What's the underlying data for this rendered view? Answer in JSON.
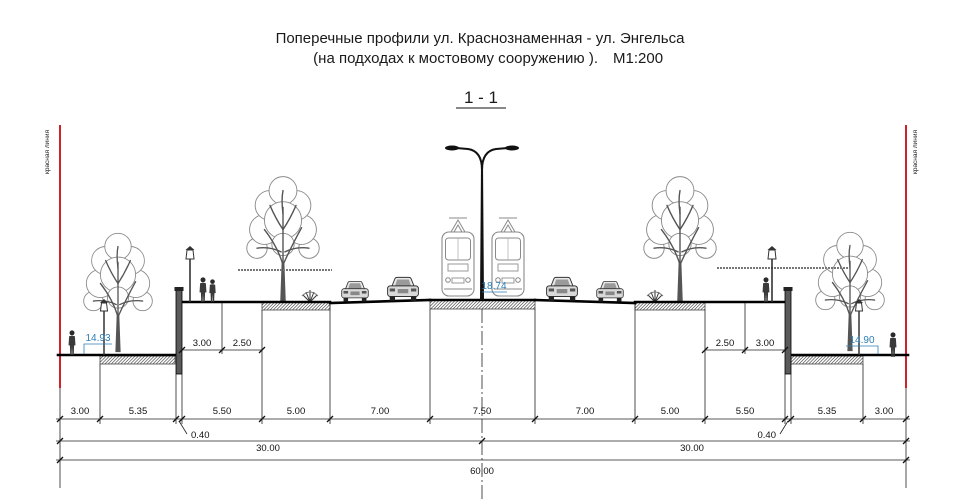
{
  "title": {
    "line1": "Поперечные профили ул. Краснознаменная - ул. Энгельса",
    "line2": "(на подходах к мостовому сооружению ).",
    "scale": "М1:200"
  },
  "section_label": "1 - 1",
  "red_line_label": "красная линия",
  "elevations": {
    "left": "14.93",
    "center": "18.74",
    "right": "14.90"
  },
  "dimensions": {
    "segments": [
      "3.00",
      "5.35",
      "5.50",
      "5.00",
      "7.00",
      "7.50",
      "7.00",
      "5.00",
      "5.50",
      "5.35",
      "3.00"
    ],
    "upper_left": [
      "3.00",
      "2.50"
    ],
    "upper_right": [
      "2.50",
      "3.00"
    ],
    "wall_left": "0.40",
    "wall_right": "0.40",
    "half_left": "30.00",
    "half_right": "30.00",
    "total": "60.00"
  },
  "colors": {
    "red_line": "#d0202a",
    "elevation_text": "#2c7fb8",
    "ground": "#000000"
  }
}
